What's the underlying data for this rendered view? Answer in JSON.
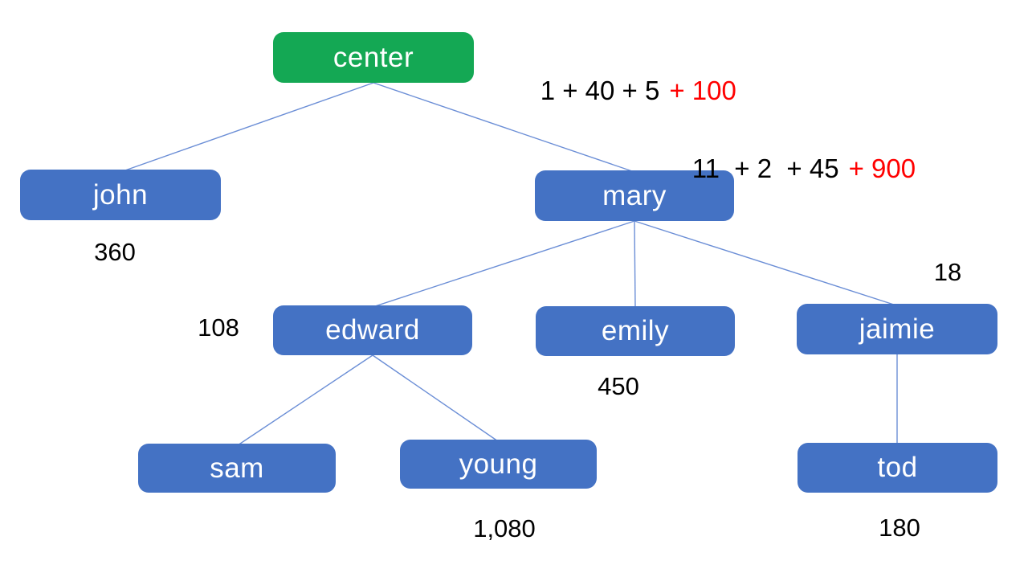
{
  "diagram": {
    "title_hint": "family tree with propagated sums",
    "colors": {
      "root_node_fill": "#14a854",
      "node_fill": "#4472c4",
      "node_text": "#ffffff",
      "connector": "#6b8ed6",
      "label_text": "#000000",
      "highlight_text": "#ff0000",
      "background": "#ffffff"
    },
    "nodes": {
      "center": {
        "label": "center"
      },
      "john": {
        "label": "john",
        "value": "360"
      },
      "mary": {
        "label": "mary"
      },
      "edward": {
        "label": "edward",
        "value": "108"
      },
      "emily": {
        "label": "emily",
        "value": "450"
      },
      "jaimie": {
        "label": "jaimie",
        "value": "18"
      },
      "sam": {
        "label": "sam"
      },
      "young": {
        "label": "young",
        "value": "1,080"
      },
      "tod": {
        "label": "tod",
        "value": "180"
      }
    },
    "expressions": {
      "center_terms": "1 + 40 + 5",
      "center_highlight": "+ 100",
      "mary_terms": "11  + 2  + 45",
      "mary_highlight": "+ 900"
    },
    "edges": [
      "center-john",
      "center-mary",
      "mary-edward",
      "mary-emily",
      "mary-jaimie",
      "edward-sam",
      "edward-young",
      "jaimie-tod"
    ]
  }
}
